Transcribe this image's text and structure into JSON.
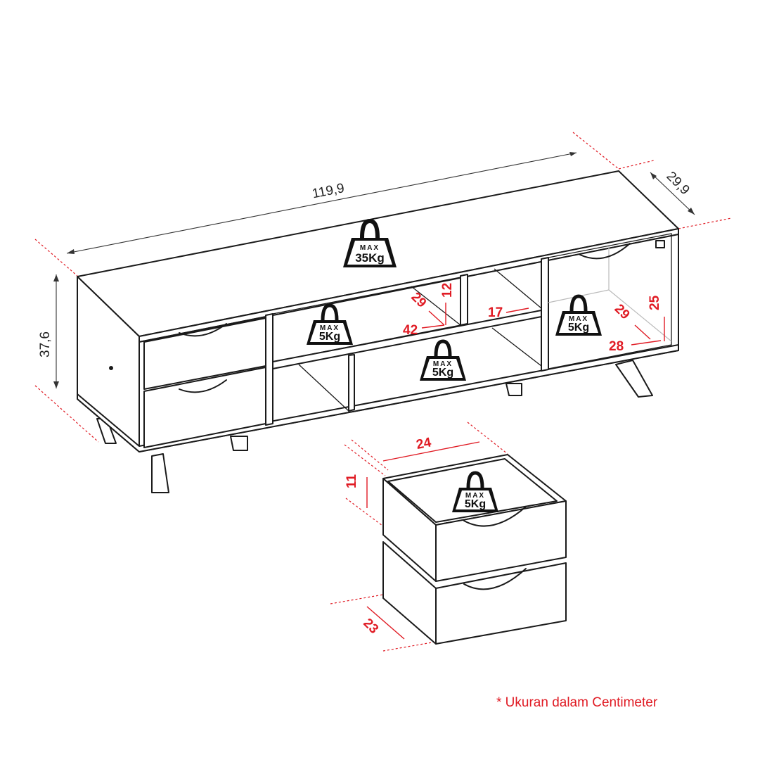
{
  "dimensions": {
    "width": "119,9",
    "depth": "29,9",
    "height": "37,6",
    "drawer_width": "24",
    "drawer_height": "11",
    "drawer_depth": "23",
    "shelf_depth": "29",
    "shelf_height": "12",
    "shelf_width": "42",
    "small_compartment_width": "17",
    "right_compartment_height": "25",
    "right_compartment_depth": "29",
    "right_compartment_width": "28"
  },
  "weights": {
    "top": {
      "max": "MAX",
      "load": "35Kg"
    },
    "upper_shelf": {
      "max": "MAX",
      "load": "5Kg"
    },
    "middle_shelf": {
      "max": "MAX",
      "load": "5Kg"
    },
    "right_compartment": {
      "max": "MAX",
      "load": "5Kg"
    },
    "drawer": {
      "max": "MAX",
      "load": "5Kg"
    }
  },
  "note": "* Ukuran dalam Centimeter",
  "colors": {
    "annotation": "#e01b24",
    "outline": "#1a1a1a"
  }
}
